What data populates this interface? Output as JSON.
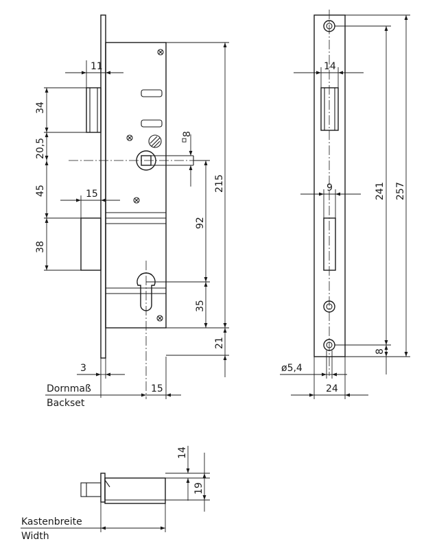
{
  "dimensions": {
    "front_faceplate_width": "11",
    "front_latch_height": "34",
    "front_latch_to_follower": "20,5",
    "front_follower_square": "8",
    "front_overall_height": "215",
    "front_follower_to_bolt": "45",
    "front_bolt_projection": "15",
    "front_follower_to_cylinder": "92",
    "front_bolt_height": "38",
    "front_cylinder_to_bottom": "35",
    "front_bottom_offset": "21",
    "front_faceplate_thickness": "3",
    "front_cylinder_offset": "15",
    "side_latch_opening_width": "14",
    "side_bolt_opening_width": "9",
    "side_screw_distance": "241",
    "side_faceplate_height": "257",
    "side_bottom_screw_offset": "8",
    "side_screw_hole_diameter": "ø5,4",
    "side_faceplate_width": "24",
    "bottom_top_dim": "14",
    "bottom_case_thickness": "19"
  },
  "labels": {
    "backset_de": "Dornmaß",
    "backset_en": "Backset",
    "case_width_de": "Kastenbreite",
    "case_width_en": "Width"
  }
}
